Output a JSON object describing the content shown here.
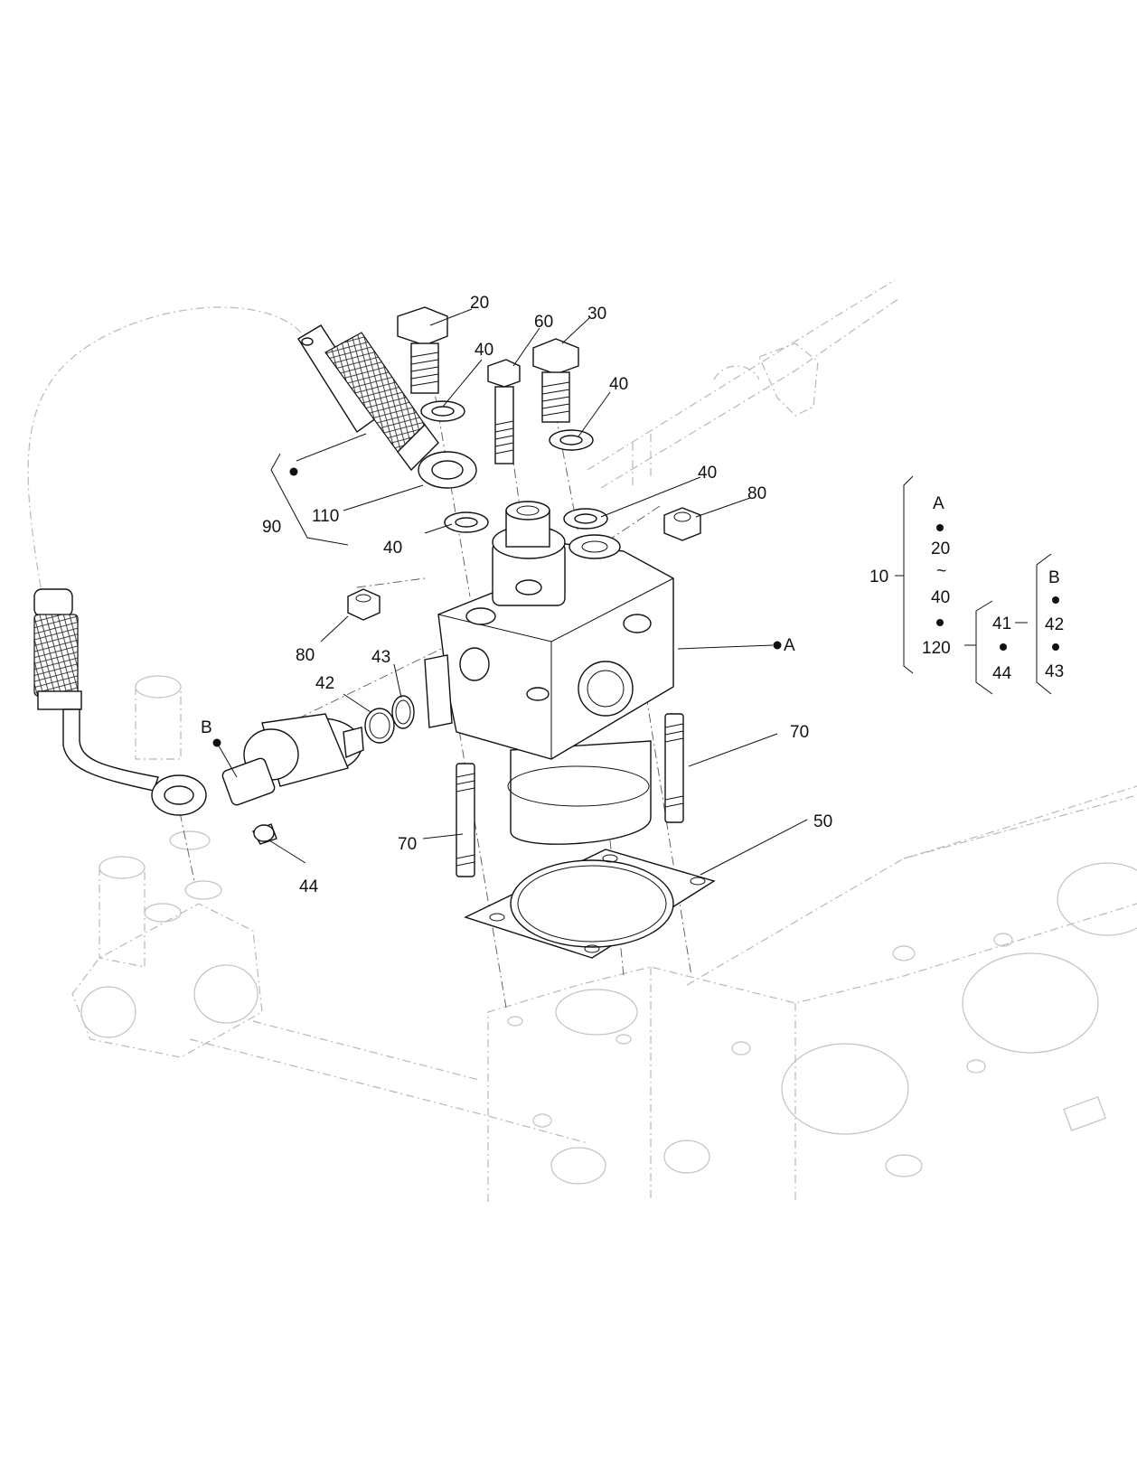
{
  "callouts": {
    "c20": "20",
    "c60": "60",
    "c30": "30",
    "c40_bolt20": "40",
    "c40_bolt30": "40",
    "c40_upper_right": "40",
    "c40_left": "40",
    "c80_right": "80",
    "c80_left": "80",
    "c90": "90",
    "c110": "110",
    "cA": "A",
    "cB": "B",
    "c42": "42",
    "c43": "43",
    "c44": "44",
    "c70_right": "70",
    "c70_left": "70",
    "c50": "50"
  },
  "kit_legend": {
    "kit_id": "10",
    "col1": [
      "A",
      "20",
      "~",
      "40",
      "120"
    ],
    "sub_kit_id": "41",
    "sub_col": [
      "44"
    ],
    "col3": [
      "B",
      "42",
      "43"
    ]
  }
}
